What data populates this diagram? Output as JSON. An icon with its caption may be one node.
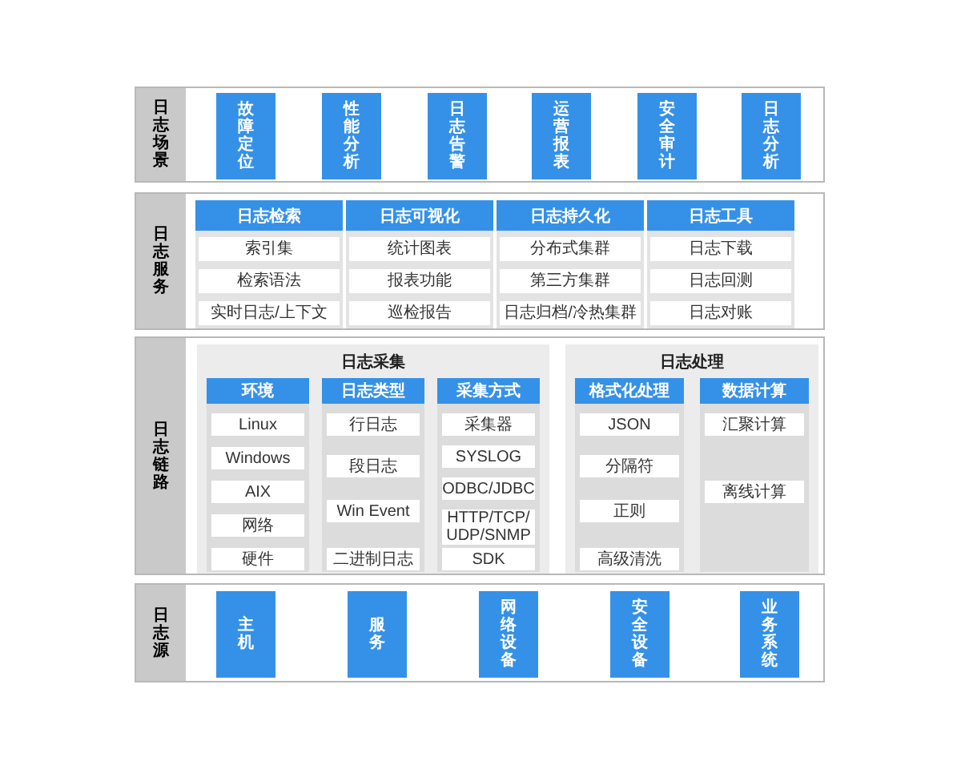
{
  "diagram": {
    "nodes": [
      {
        "text": [
          "日志场景"
        ]
      },
      {
        "text": [
          "故障定位"
        ],
        "in": 0
      },
      {
        "text": [
          "性能分析"
        ],
        "in": 0
      },
      {
        "text": [
          "日志告警"
        ],
        "in": 0
      },
      {
        "text": [
          "运营报表"
        ],
        "in": 0
      },
      {
        "text": [
          "安全审计"
        ],
        "in": 0
      },
      {
        "text": [
          "日志分析"
        ],
        "in": 0
      },
      {
        "text": [
          "日志服务"
        ]
      },
      {
        "text": [
          "日志检索"
        ],
        "in": 7
      },
      {
        "text": [
          "索引集"
        ],
        "in": 8
      },
      {
        "text": [
          "检索语法"
        ],
        "in": 8
      },
      {
        "text": [
          "实时日志/上下文"
        ],
        "in": 8
      },
      {
        "text": [
          "日志可视化"
        ],
        "in": 7
      },
      {
        "text": [
          "统计图表"
        ],
        "in": 12
      },
      {
        "text": [
          "报表功能"
        ],
        "in": 12
      },
      {
        "text": [
          "巡检报告"
        ],
        "in": 12
      },
      {
        "text": [
          "日志持久化"
        ],
        "in": 7
      },
      {
        "text": [
          "分布式集群"
        ],
        "in": 16
      },
      {
        "text": [
          "第三方集群"
        ],
        "in": 16
      },
      {
        "text": [
          "日志归档/冷热集群"
        ],
        "in": 16
      },
      {
        "text": [
          "日志工具"
        ],
        "in": 7
      },
      {
        "text": [
          "日志下载"
        ],
        "in": 20
      },
      {
        "text": [
          "日志回测"
        ],
        "in": 20
      },
      {
        "text": [
          "日志对账"
        ],
        "in": 20
      },
      {
        "text": [
          "日志链路"
        ]
      },
      {
        "text": [
          "日志采集"
        ],
        "in": 24
      },
      {
        "text": [
          "环境"
        ],
        "in": 25
      },
      {
        "text": [
          "Linux"
        ],
        "in": 26
      },
      {
        "text": [
          "Windows"
        ],
        "in": 26
      },
      {
        "text": [
          "AIX"
        ],
        "in": 26
      },
      {
        "text": [
          "网络"
        ],
        "in": 26
      },
      {
        "text": [
          "硬件"
        ],
        "in": 26
      },
      {
        "text": [
          "日志类型"
        ],
        "in": 25
      },
      {
        "text": [
          "行日志"
        ],
        "in": 32
      },
      {
        "text": [
          "段日志"
        ],
        "in": 32
      },
      {
        "text": [
          "Win Event"
        ],
        "in": 32
      },
      {
        "text": [
          "二进制日志"
        ],
        "in": 32
      },
      {
        "text": [
          "采集方式"
        ],
        "in": 25
      },
      {
        "text": [
          "采集器"
        ],
        "in": 37
      },
      {
        "text": [
          "SYSLOG"
        ],
        "in": 37
      },
      {
        "text": [
          "ODBC/JDBC"
        ],
        "in": 37
      },
      {
        "text": [
          "HTTP/TCP/UDP/SNMP"
        ],
        "in": 37
      },
      {
        "text": [
          "SDK"
        ],
        "in": 37
      },
      {
        "text": [
          "日志处理"
        ],
        "in": 24
      },
      {
        "text": [
          "格式化处理"
        ],
        "in": 43
      },
      {
        "text": [
          "JSON"
        ],
        "in": 44
      },
      {
        "text": [
          "分隔符"
        ],
        "in": 44
      },
      {
        "text": [
          "正则"
        ],
        "in": 44
      },
      {
        "text": [
          "高级清洗"
        ],
        "in": 44
      },
      {
        "text": [
          "数据计算"
        ],
        "in": 43
      },
      {
        "text": [
          "汇聚计算"
        ],
        "in": 49
      },
      {
        "text": [
          "离线计算"
        ],
        "in": 49
      },
      {
        "text": [
          "日志源"
        ]
      },
      {
        "text": [
          "主机"
        ],
        "in": 52
      },
      {
        "text": [
          "服务"
        ],
        "in": 52
      },
      {
        "text": [
          "网络设备"
        ],
        "in": 52
      },
      {
        "text": [
          "安全设备"
        ],
        "in": 52
      },
      {
        "text": [
          "业务系统"
        ],
        "in": 52
      }
    ]
  }
}
